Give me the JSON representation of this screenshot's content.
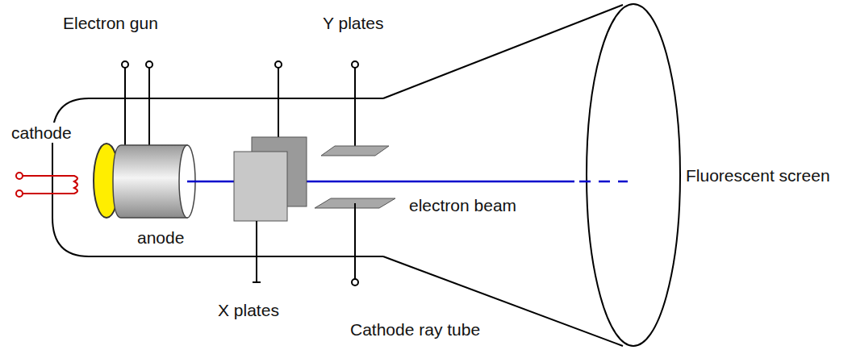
{
  "diagram": {
    "labels": [
      "Electron gun",
      "Y plates",
      "cathode",
      "Fluorescent screen",
      "electron beam",
      "anode",
      "X plates",
      "Cathode ray tube"
    ]
  }
}
